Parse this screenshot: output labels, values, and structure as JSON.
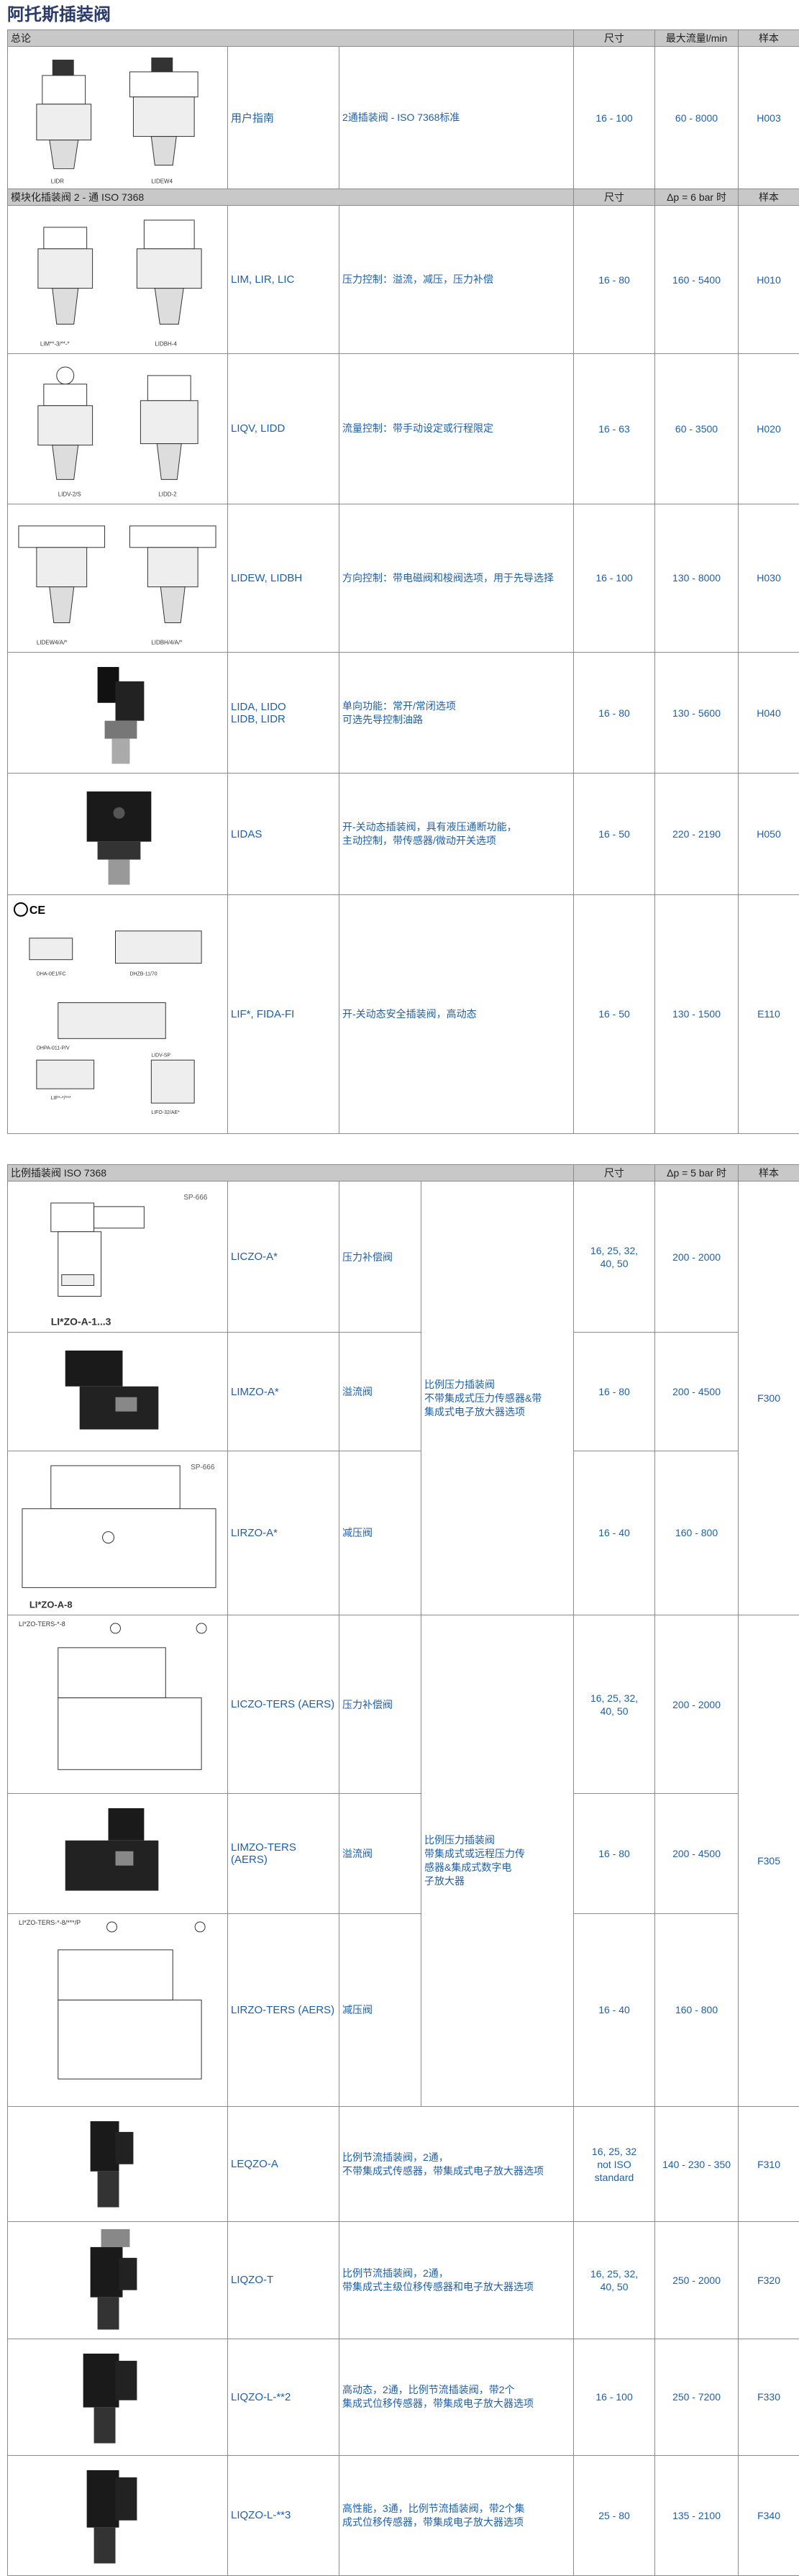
{
  "page_title": "阿托斯插装阀",
  "sections": [
    {
      "header": {
        "title": "总论",
        "size": "尺寸",
        "flow": "最大流量l/min",
        "sample": "样本"
      },
      "rows": [
        {
          "model": "用户指南",
          "desc": "2通插装阀 - ISO 7368标准",
          "size": "16 - 100",
          "flow": "60 - 8000",
          "sample": "H003",
          "img_labels": [
            "LIDR",
            "LIDEW4"
          ]
        }
      ]
    },
    {
      "header": {
        "title": "模块化插装阀 2 - 通 ISO 7368",
        "size": "尺寸",
        "flow": "Δp = 6 bar 时",
        "sample": "样本"
      },
      "rows": [
        {
          "model": "LIM, LIR, LIC",
          "desc": "压力控制：溢流，减压，压力补偿",
          "size": "16 - 80",
          "flow": "160 - 5400",
          "sample": "H010",
          "img_labels": [
            "LIM**-3/**-*",
            "LIDBH-4"
          ]
        },
        {
          "model": "LIQV, LIDD",
          "desc": "流量控制：带手动设定或行程限定",
          "size": "16 - 63",
          "flow": "60 - 3500",
          "sample": "H020",
          "img_labels": [
            "LIDV-2/S",
            "LIDD-2"
          ]
        },
        {
          "model": "LIDEW, LIDBH",
          "desc": "方向控制：带电磁阀和梭阀选项，用于先导选择",
          "size": "16 - 100",
          "flow": "130 - 8000",
          "sample": "H030",
          "img_labels": [
            "LIDEW4/A/*",
            "LIDBH/4/A/*"
          ]
        },
        {
          "model": "LIDA, LIDO\nLIDB, LIDR",
          "desc": "单向功能：常开/常闭选项\n可选先导控制油路",
          "size": "16 - 80",
          "flow": "130 - 5600",
          "sample": "H040"
        },
        {
          "model": "LIDAS",
          "desc": "开-关动态插装阀，具有液压通断功能，\n主动控制，带传感器/微动开关选项",
          "size": "16 - 50",
          "flow": "220 - 2190",
          "sample": "H050"
        },
        {
          "model": "LIF*, FIDA-FI",
          "desc": "开-关动态安全插装阀，高动态",
          "size": "16 - 50",
          "flow": "130 - 1500",
          "sample": "E110",
          "img_labels": [
            "DHA-0E1/FC",
            "DHZB-11/70",
            "DHPA-011-P/V",
            "LIDV-SP",
            "LIFO-32/AE*",
            "LIF*-*/***"
          ]
        }
      ]
    },
    {
      "header": {
        "title": "比例插装阀 ISO 7368",
        "size": "尺寸",
        "flow": "Δp = 5 bar 时",
        "sample": "样本"
      },
      "group_a": {
        "desc": "比例压力插装阀\n不带集成式压力传感器&带\n集成式电子放大器选项",
        "sample": "F300"
      },
      "group_b": {
        "desc": "比例压力插装阀\n带集成式或远程压力传\n感器&集成式数字电\n子放大器",
        "sample": "F305"
      },
      "rows": [
        {
          "model": "LICZO-A*",
          "func": "压力补偿阀",
          "size": "16, 25, 32,\n40, 50",
          "flow": "200 - 2000",
          "img_labels": [
            "LI*ZO-A-1...3",
            "SP-666"
          ]
        },
        {
          "model": "LIMZO-A*",
          "func": "溢流阀",
          "size": "16 - 80",
          "flow": "200 - 4500"
        },
        {
          "model": "LIRZO-A*",
          "func": "减压阀",
          "size": "16 - 40",
          "flow": "160 - 800",
          "img_labels": [
            "LI*ZO-A-8",
            "SP-666"
          ]
        },
        {
          "model": "LICZO-TERS (AERS)",
          "func": "压力补偿阀",
          "size": "16, 25, 32,\n40, 50",
          "flow": "200 - 2000",
          "img_labels": [
            "LI*ZO-TERS-*-8"
          ]
        },
        {
          "model": "LIMZO-TERS\n(AERS)",
          "func": "溢流阀",
          "size": "16 - 80",
          "flow": "200 - 4500"
        },
        {
          "model": "LIRZO-TERS (AERS)",
          "func": "减压阀",
          "size": "16 - 40",
          "flow": "160 - 800",
          "img_labels": [
            "LI*ZO-TERS-*-8/***/P"
          ]
        }
      ],
      "rows2": [
        {
          "model": "LEQZO-A",
          "desc": "比例节流插装阀，2通，\n不带集成式传感器，带集成式电子放大器选项",
          "size": "16, 25, 32\nnot ISO\nstandard",
          "flow": "140 - 230 - 350",
          "sample": "F310"
        },
        {
          "model": "LIQZO-T",
          "desc": "比例节流插装阀，2通，\n带集成式主级位移传感器和电子放大器选项",
          "size": "16, 25, 32,\n40, 50",
          "flow": "250 - 2000",
          "sample": "F320"
        },
        {
          "model": "LIQZO-L-**2",
          "desc": "高动态，2通，比例节流插装阀，带2个\n集成式位移传感器，带集成电子放大器选项",
          "size": "16 - 100",
          "flow": "250 - 7200",
          "sample": "F330"
        },
        {
          "model": "LIQZO-L-**3",
          "desc": "高性能，3通，比例节流插装阀，带2个集\n成式位移传感器，带集成电子放大器选项",
          "size": "25 - 80",
          "flow": "135 - 2100",
          "sample": "F340"
        }
      ]
    }
  ]
}
